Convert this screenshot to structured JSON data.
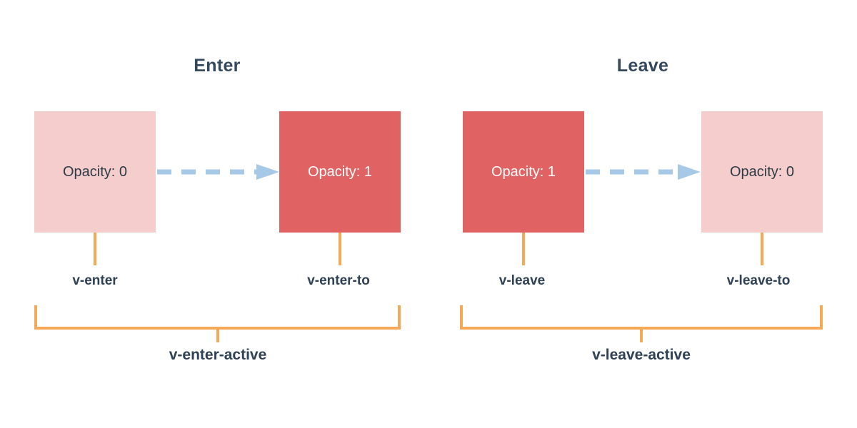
{
  "diagram": {
    "title_enter": "Enter",
    "title_leave": "Leave",
    "colors": {
      "background": "#ffffff",
      "box_faded": "#f5cdcd",
      "box_solid": "#e16262",
      "arrow": "#a6c9e8",
      "bracket": "#f5a956",
      "heading_text": "#35495e",
      "label_text": "#2e4156",
      "box_text_dark": "#2d3b46",
      "box_text_light": "#ffffff"
    },
    "groups": [
      {
        "name": "enter",
        "title": "Enter",
        "from_box": {
          "label": "Opacity: 0",
          "state": "faded"
        },
        "to_box": {
          "label": "Opacity: 1",
          "state": "solid"
        },
        "from_class": "v-enter",
        "to_class": "v-enter-to",
        "active_class": "v-enter-active"
      },
      {
        "name": "leave",
        "title": "Leave",
        "from_box": {
          "label": "Opacity: 1",
          "state": "solid"
        },
        "to_box": {
          "label": "Opacity: 0",
          "state": "faded"
        },
        "from_class": "v-leave",
        "to_class": "v-leave-to",
        "active_class": "v-leave-active"
      }
    ]
  }
}
